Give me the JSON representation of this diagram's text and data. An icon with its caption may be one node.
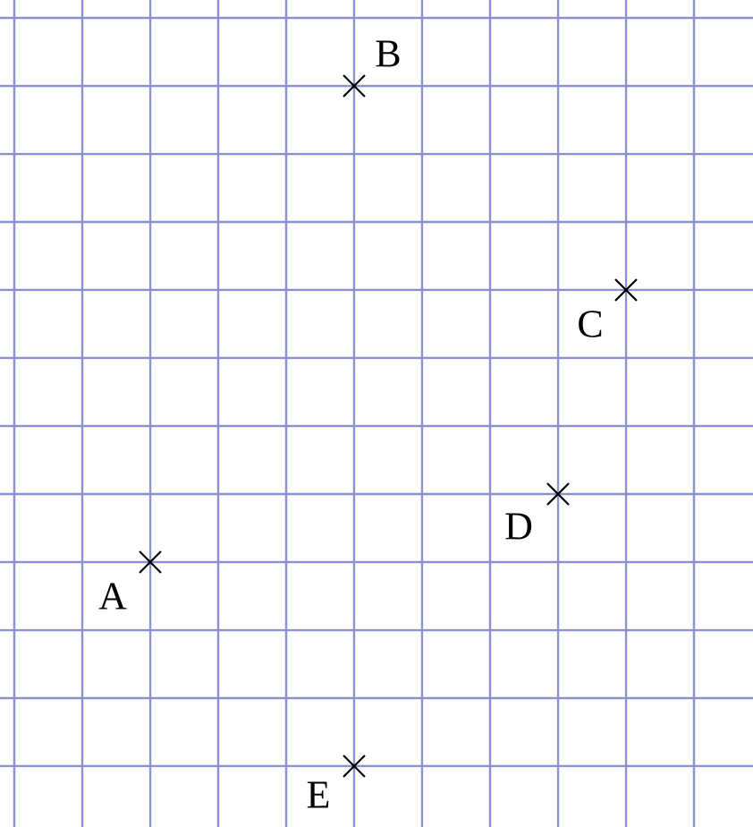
{
  "diagram": {
    "labels": [
      "B",
      "C",
      "D",
      "A",
      "E"
    ]
  }
}
